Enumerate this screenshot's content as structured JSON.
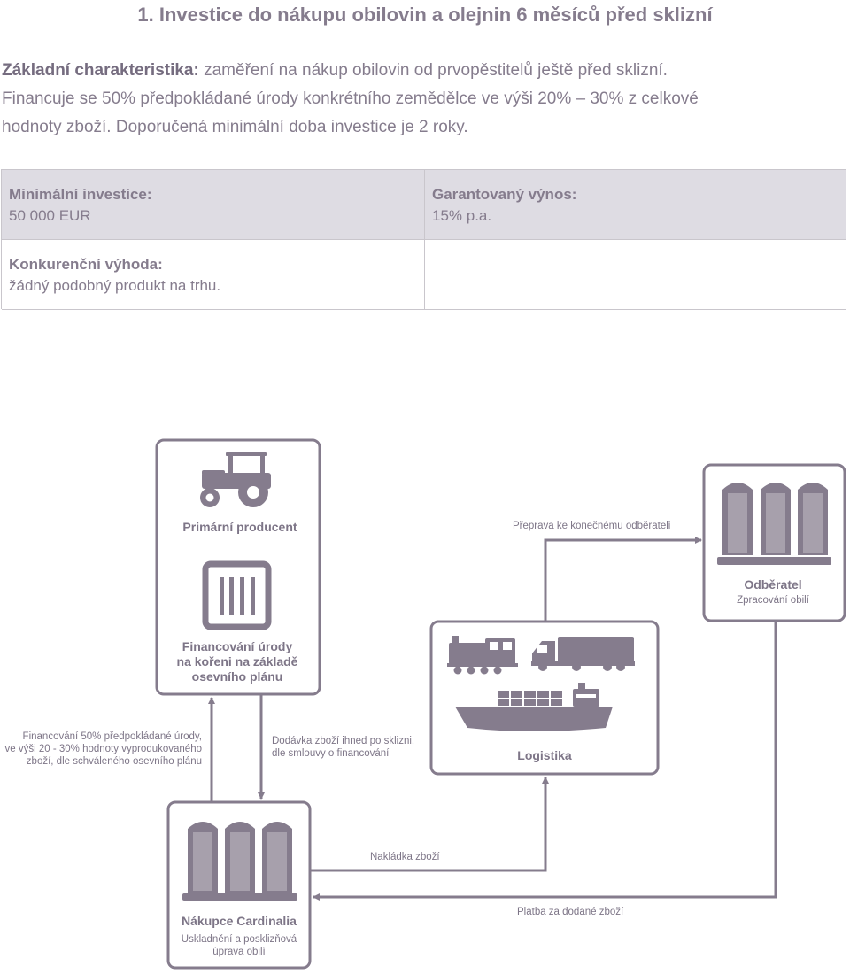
{
  "title": "1. Investice do nákupu obilovin a olejnin 6 měsíců před sklizní",
  "intro": {
    "lead": "Základní charakteristika:",
    "line1": " zaměření na nákup obilovin od prvopěstitelů ještě před sklizní.",
    "line2": "Financuje se 50% předpokládané úrody konkrétního zemědělce ve výši 20% – 30% z celkové",
    "line3": "hodnoty zboží. Doporučená minimální doba investice je 2 roky."
  },
  "info": {
    "min_invest_label": "Minimální investice:",
    "min_invest_value": "50 000 EUR",
    "yield_label": "Garantovaný výnos:",
    "yield_value": "15% p.a.",
    "advantage_label": "Konkurenční výhoda:",
    "advantage_value": "žádný podobný produkt na trhu."
  },
  "diagram": {
    "producer": "Primární producent",
    "financing": [
      "Financování úrody",
      "na kořeni na základě",
      "osevního plánu"
    ],
    "receiver_title": "Odběratel",
    "receiver_sub": "Zpracování obilí",
    "logistics": "Logistika",
    "buyer_title": "Nákupce Cardinalia",
    "buyer_sub": [
      "Uskladnění a posklizňová",
      "úprava obilí"
    ],
    "edge_transport": "Přeprava ke konečnému odběrateli",
    "edge_financing": [
      "Financování 50% předpokládané úrody,",
      "ve výši 20 - 30% hodnoty vyprodukovaného",
      "zboží, dle schváleného osevního plánu"
    ],
    "edge_delivery": [
      "Dodávka zboží ihned po sklizni,",
      "dle smlouvy o financování"
    ],
    "edge_loading": "Nakládka zboží",
    "edge_payment": "Platba za dodané zboží"
  },
  "colors": {
    "primary": "#857c8d",
    "shade": "#dedce3",
    "border": "#c9c6cc"
  }
}
